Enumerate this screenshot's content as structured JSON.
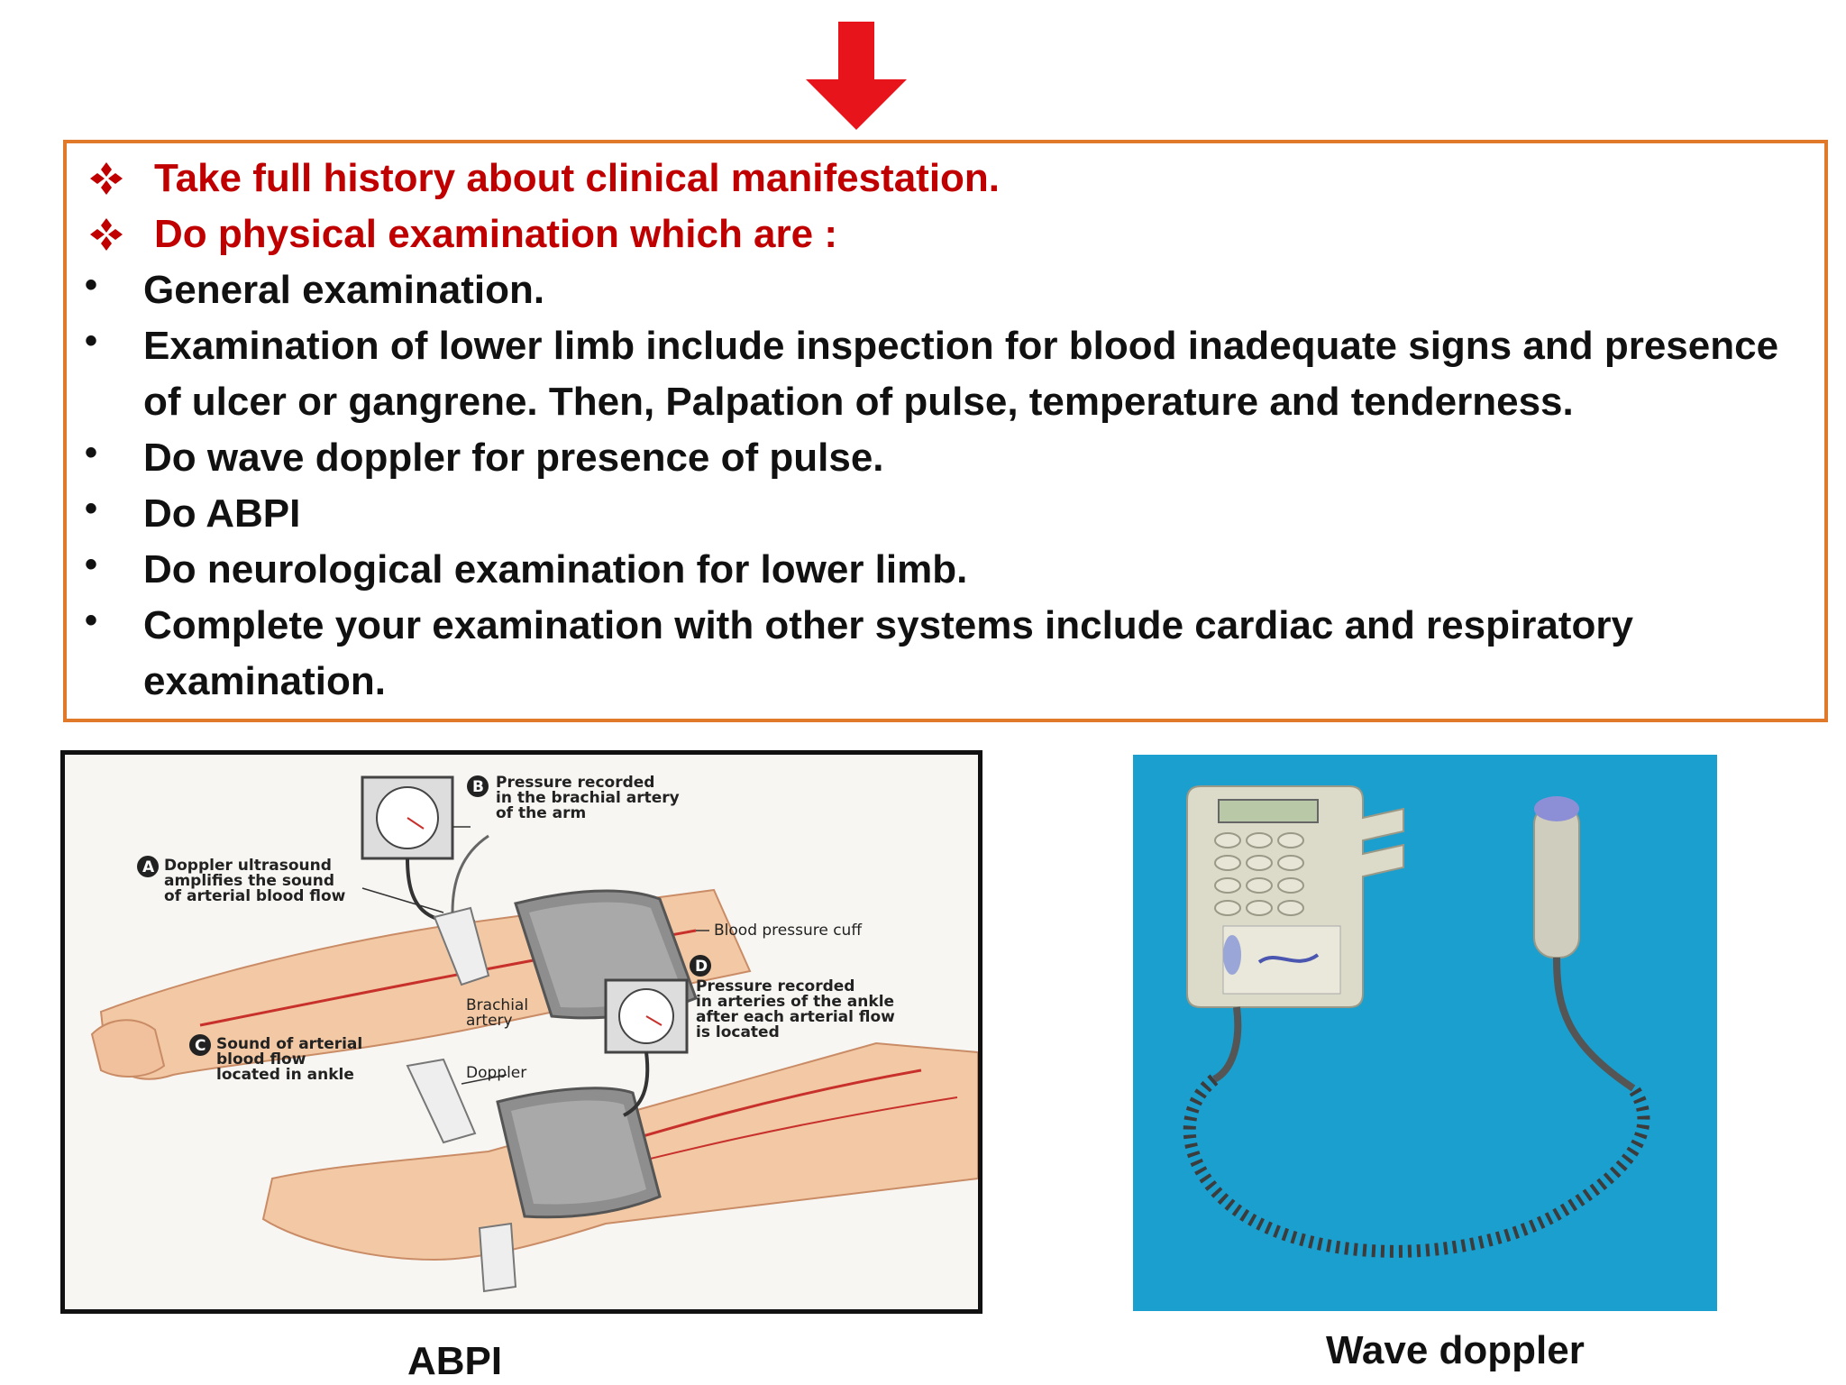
{
  "highlights": [
    "Take full history about clinical manifestation.",
    "Do physical examination which are :"
  ],
  "bullets": [
    "General examination.",
    "Examination of lower limb include inspection for blood inadequate signs and presence",
    "of ulcer or gangrene. Then, Palpation of pulse, temperature and tenderness.",
    "Do wave doppler for presence of pulse.",
    "Do ABPI",
    "Do neurological examination for lower limb.",
    "Complete your examination with other systems include cardiac and respiratory",
    "examination."
  ],
  "abpi_figure": {
    "label_b": "Pressure recorded\nin the brachial artery\nof the arm",
    "label_b_lines": [
      "Pressure recorded",
      "in the brachial artery",
      "of the arm"
    ],
    "label_a_lines": [
      "Doppler ultrasound",
      "amplifies the sound",
      "of arterial blood flow"
    ],
    "cuff_label": "Blood pressure cuff",
    "brachial_lines": [
      "Brachial",
      "artery"
    ],
    "label_d_lines": [
      "Pressure recorded",
      "in arteries of the ankle",
      "after each arterial flow",
      "is located"
    ],
    "label_c_lines": [
      "Sound of arterial",
      "blood flow",
      "located in ankle"
    ],
    "doppler_label": "Doppler",
    "markers": [
      "A",
      "B",
      "C",
      "D"
    ]
  },
  "captions": {
    "abpi": "ABPI",
    "doppler": "Wave doppler"
  },
  "colors": {
    "accent_red": "#c00000",
    "box_border": "#e07a2a",
    "arrow": "#e8141b",
    "doppler_bg": "#1a9fcf"
  }
}
